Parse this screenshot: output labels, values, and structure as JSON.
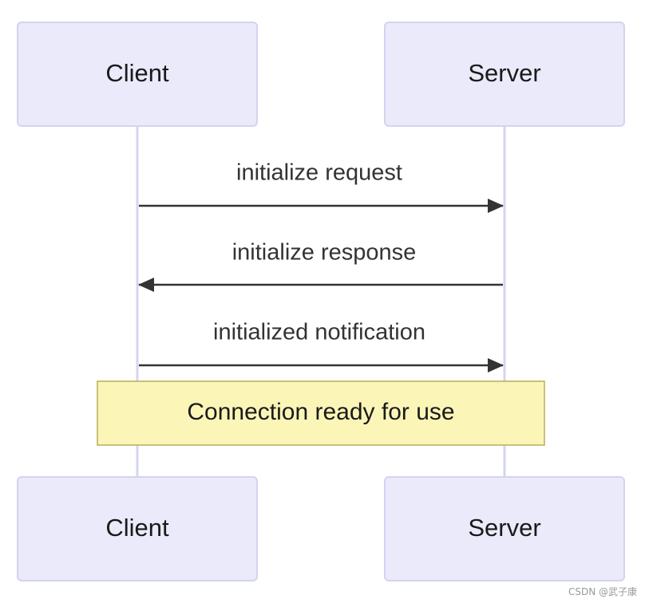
{
  "participants": {
    "client": "Client",
    "server": "Server"
  },
  "messages": [
    {
      "label": "initialize request",
      "from": "client",
      "to": "server"
    },
    {
      "label": "initialize response",
      "from": "server",
      "to": "client"
    },
    {
      "label": "initialized notification",
      "from": "client",
      "to": "server"
    }
  ],
  "note": {
    "text": "Connection ready for use"
  },
  "watermark": "CSDN @武子康",
  "colors": {
    "actor_fill": "#eaeafb",
    "actor_border": "#d4d3f0",
    "lifeline": "#d6d4f2",
    "message_line": "#333333",
    "note_fill": "#fbf5b8",
    "note_border": "#b8ae56"
  }
}
